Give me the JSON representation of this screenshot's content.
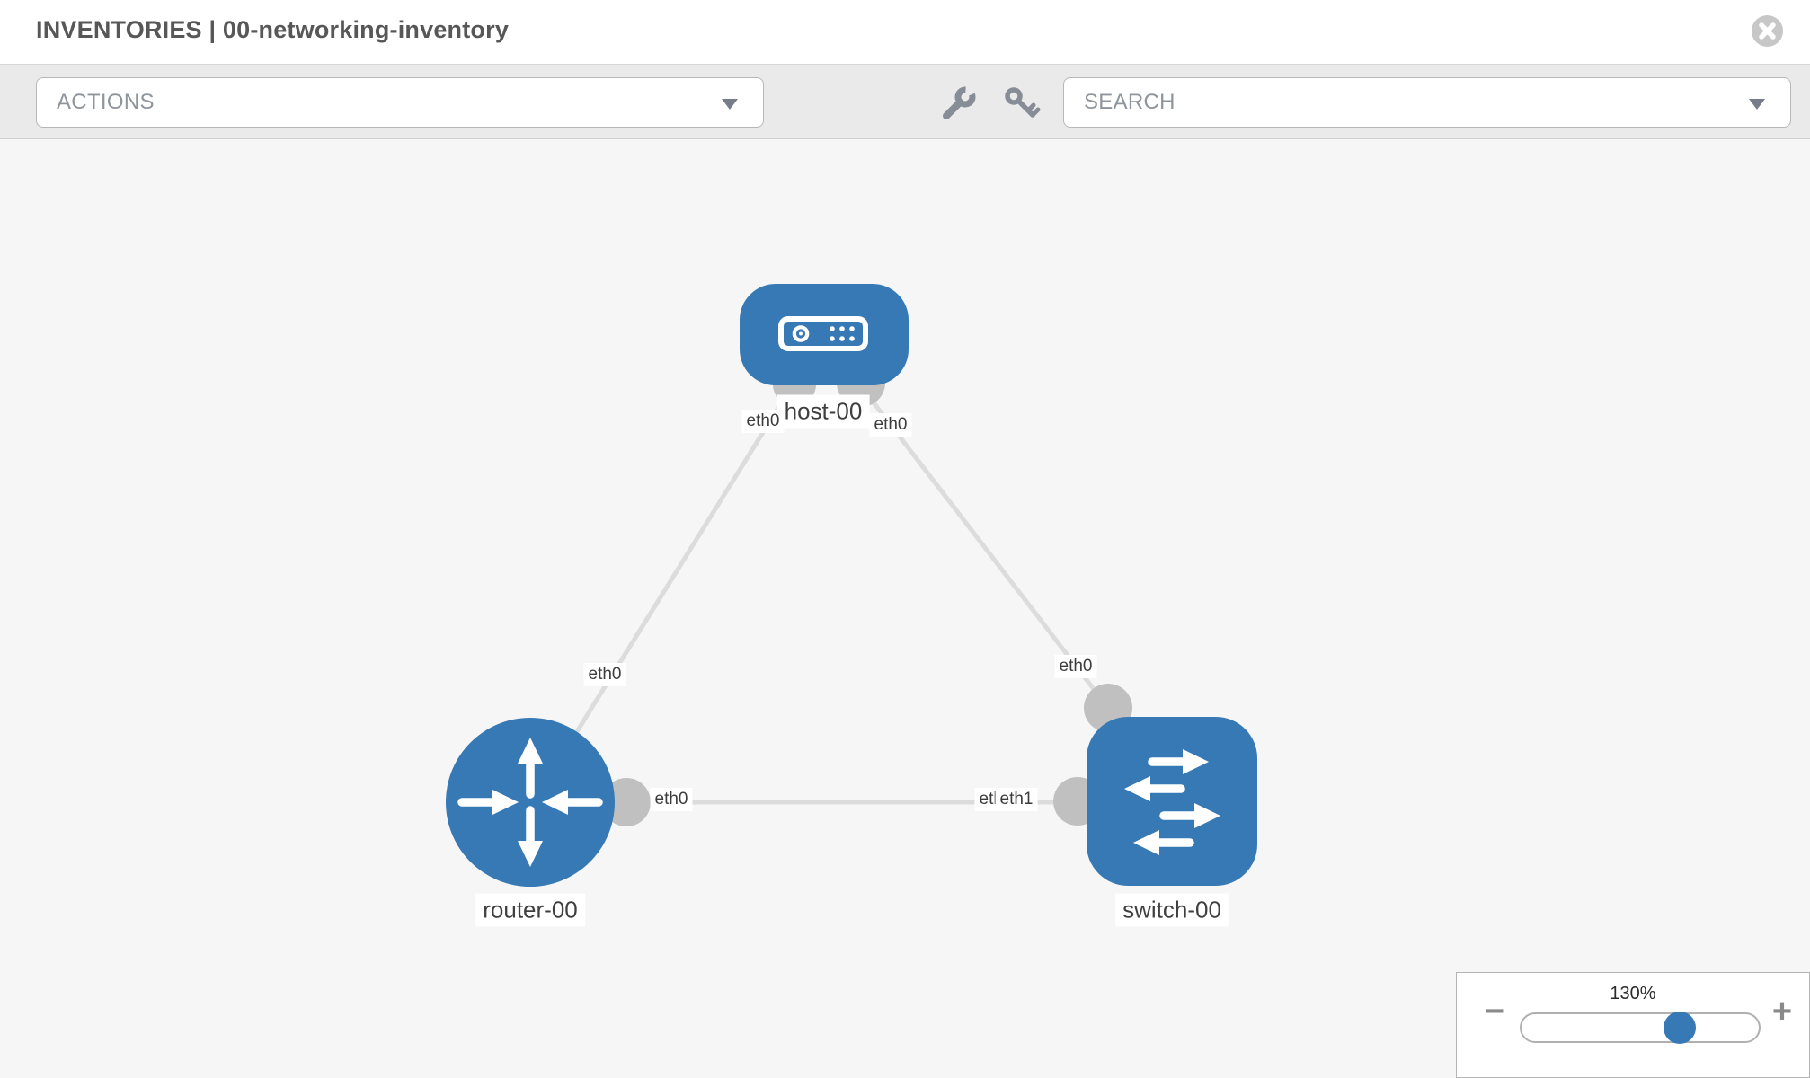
{
  "header": {
    "title": "INVENTORIES | 00-networking-inventory"
  },
  "toolbar": {
    "actions_label": "ACTIONS",
    "search_placeholder": "SEARCH"
  },
  "icons": {
    "close": "circle-x",
    "tools": "wrench",
    "credentials": "key",
    "actions_dropdown": "caret-down",
    "search_dropdown": "caret-down",
    "zoom_out": "minus",
    "zoom_in": "plus"
  },
  "colors": {
    "node_blue": "#3779b5",
    "connector_gray": "#c0c0c0",
    "edge_gray": "#dcdcdc",
    "toolbar_bg": "#eaeaea",
    "canvas_bg": "#f6f6f6"
  },
  "topology": {
    "nodes": [
      {
        "id": "host-00",
        "type": "host",
        "label": "host-00"
      },
      {
        "id": "router-00",
        "type": "router",
        "label": "router-00"
      },
      {
        "id": "switch-00",
        "type": "switch",
        "label": "switch-00"
      }
    ],
    "links": [
      {
        "from": "router-00",
        "to": "host-00",
        "from_interface": "eth0",
        "to_interface": "eth0"
      },
      {
        "from": "host-00",
        "to": "switch-00",
        "from_interface": "eth0",
        "to_interface": "eth0"
      },
      {
        "from": "router-00",
        "to": "switch-00",
        "from_interface": "eth0",
        "to_interface": "eth1"
      }
    ],
    "occluded_interface_label": "eth0"
  },
  "zoom_control": {
    "level_label": "130%",
    "percent": 130,
    "minus_label": "−",
    "plus_label": "+"
  }
}
